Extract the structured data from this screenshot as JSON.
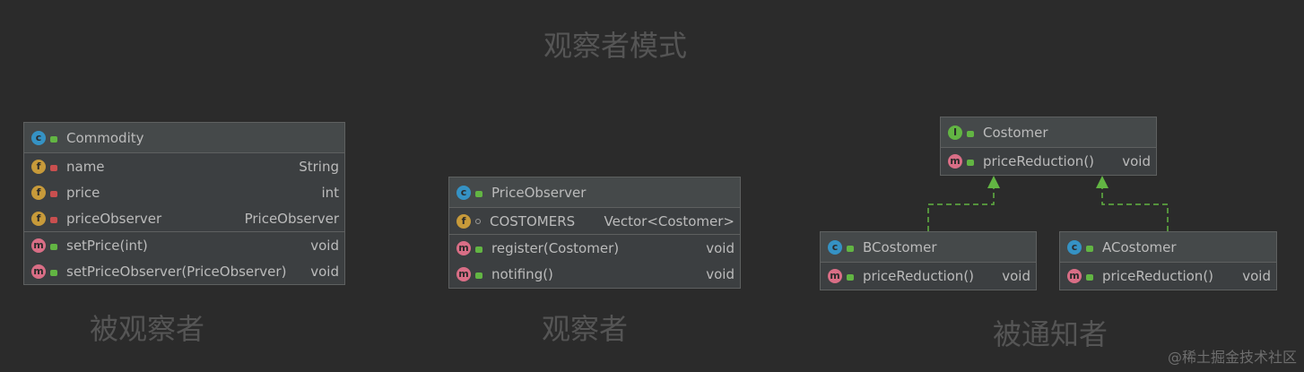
{
  "labels": {
    "title": "观察者模式",
    "subject": "被观察者",
    "observer": "观察者",
    "notified": "被通知者",
    "watermark": "@稀土掘金技术社区"
  },
  "commodity": {
    "name": "Commodity",
    "fields": [
      {
        "name": "name",
        "type": "String"
      },
      {
        "name": "price",
        "type": "int"
      },
      {
        "name": "priceObserver",
        "type": "PriceObserver"
      }
    ],
    "methods": [
      {
        "name": "setPrice(int)",
        "type": "void"
      },
      {
        "name": "setPriceObserver(PriceObserver)",
        "type": "void"
      }
    ]
  },
  "priceObserver": {
    "name": "PriceObserver",
    "fields": [
      {
        "name": "COSTOMERS",
        "type": "Vector<Costomer>"
      }
    ],
    "methods": [
      {
        "name": "register(Costomer)",
        "type": "void"
      },
      {
        "name": "notifing()",
        "type": "void"
      }
    ]
  },
  "costomer": {
    "name": "Costomer",
    "methods": [
      {
        "name": "priceReduction()",
        "type": "void"
      }
    ]
  },
  "bCostomer": {
    "name": "BCostomer",
    "methods": [
      {
        "name": "priceReduction()",
        "type": "void"
      }
    ]
  },
  "aCostomer": {
    "name": "ACostomer",
    "methods": [
      {
        "name": "priceReduction()",
        "type": "void"
      }
    ]
  },
  "badges": {
    "class": "c",
    "interface": "I",
    "field": "f",
    "method": "m"
  },
  "colors": {
    "background": "#2b2b2b",
    "box": "#3c3f41",
    "classBadge": "#3592c4",
    "interfaceBadge": "#62b543",
    "fieldBadge": "#c79a3a",
    "methodBadge": "#d96e86",
    "arrow": "#62b543"
  }
}
